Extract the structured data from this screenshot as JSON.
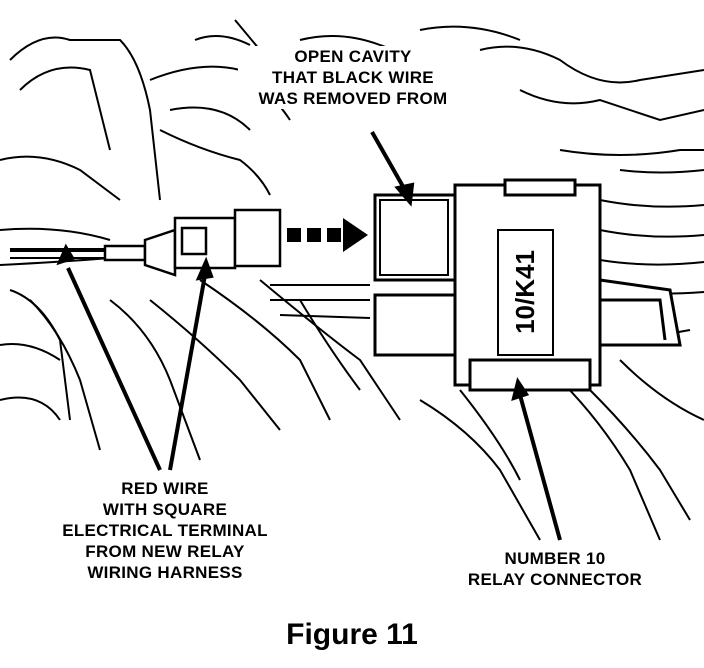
{
  "callouts": {
    "open_cavity": [
      "OPEN CAVITY",
      "THAT BLACK WIRE",
      "WAS REMOVED FROM"
    ],
    "red_wire": [
      "RED WIRE",
      "WITH SQUARE",
      "ELECTRICAL TERMINAL",
      "FROM NEW RELAY",
      "WIRING HARNESS"
    ],
    "relay_connector": [
      "NUMBER 10",
      "RELAY CONNECTOR"
    ]
  },
  "connector_label": "10/K41",
  "caption": "Figure 11",
  "colors": {
    "ink": "#000000",
    "paper": "#ffffff"
  }
}
